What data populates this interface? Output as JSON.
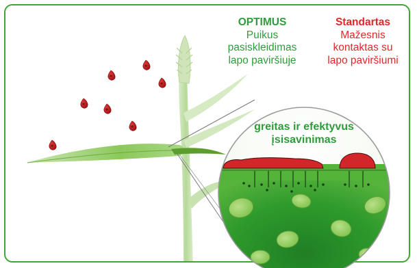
{
  "optimus": {
    "name": "OPTIMUS",
    "lines": [
      "Puikus",
      "pasiskleidimas",
      "lapo paviršiuje"
    ]
  },
  "standard": {
    "name": "Standartas",
    "lines": [
      "Mažesnis",
      "kontaktas su",
      "lapo paviršiumi"
    ]
  },
  "absorption": {
    "lines": [
      "greitas ir efektyvus",
      "įsisavinimas"
    ]
  },
  "colors": {
    "frame": "#3fa535",
    "optimus_text": "#2e9c3a",
    "standard_text": "#e3262b",
    "droplet": "#c4171d",
    "leaf": "#7dc242"
  }
}
